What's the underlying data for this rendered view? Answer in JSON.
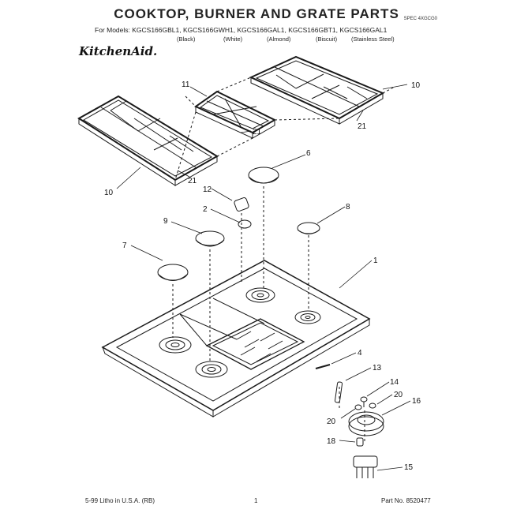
{
  "header": {
    "title": "COOKTOP, BURNER AND GRATE PARTS",
    "doc_number": "SPEC 4XGCG0",
    "models_line": "For Models: KGCS166GBL1, KGCS166GWH1, KGCS166GAL1, KGCS166GBT1, KGCS166GAL1",
    "colors": [
      "(Black)",
      "(White)",
      "(Almond)",
      "(Biscuit)",
      "(Stainless Steel)"
    ],
    "brand": "KitchenAid."
  },
  "callouts": [
    "10",
    "11",
    "21",
    "10",
    "21",
    "21",
    "6",
    "12",
    "2",
    "8",
    "9",
    "7",
    "1",
    "4",
    "13",
    "14",
    "20",
    "16",
    "20",
    "18",
    "15"
  ],
  "footer": {
    "left": "5-99 Litho in U.S.A. (RB)",
    "center": "1",
    "right": "Part No. 8520477"
  }
}
